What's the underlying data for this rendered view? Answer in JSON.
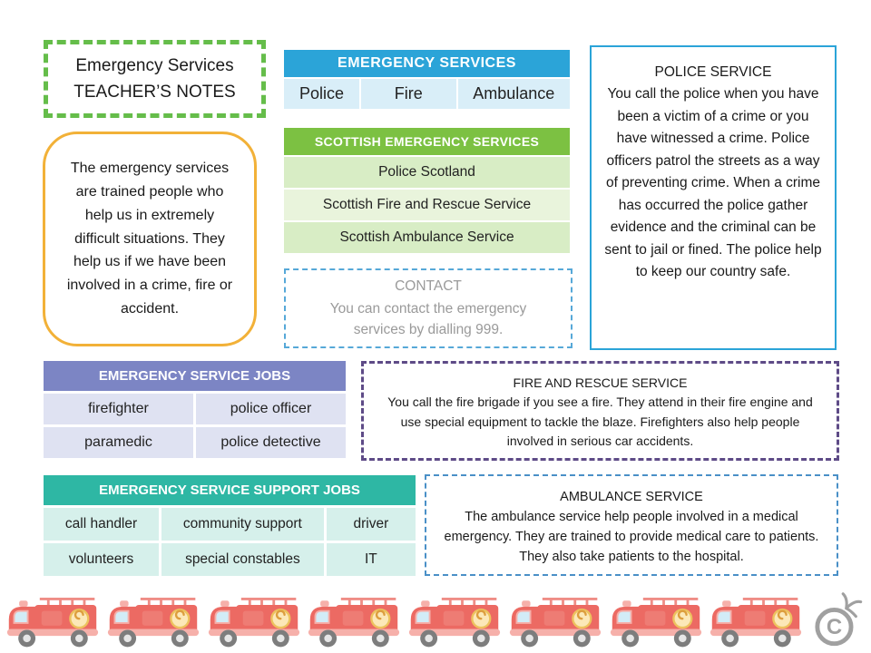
{
  "page": {
    "title_box": {
      "line1": "Emergency Services",
      "line2": "TEACHER’S NOTES"
    },
    "intro_box": {
      "text": "The emergency services are trained people who help us in extremely difficult situations. They help us if we have been involved in a crime, fire or accident."
    },
    "services_table": {
      "header": "EMERGENCY SERVICES",
      "cells": [
        "Police",
        "Fire",
        "Ambulance"
      ]
    },
    "scottish_table": {
      "header": "SCOTTISH EMERGENCY SERVICES",
      "rows": [
        "Police Scotland",
        "Scottish Fire and Rescue Service",
        "Scottish Ambulance Service"
      ]
    },
    "contact_box": {
      "title": "CONTACT",
      "text": "You can contact the emergency services by dialling 999."
    },
    "police_box": {
      "title": "POLICE SERVICE",
      "text": "You call the police when you have been a victim of a crime or you have witnessed a crime. Police officers patrol the streets as a way of preventing crime. When a crime has occurred the police gather evidence and the criminal can be sent to jail or fined. The police help to keep our country safe."
    },
    "jobs_table": {
      "header": "EMERGENCY SERVICE JOBS",
      "rows": [
        [
          "firefighter",
          "police officer"
        ],
        [
          "paramedic",
          "police detective"
        ]
      ]
    },
    "fire_box": {
      "title": "FIRE AND RESCUE SERVICE",
      "text": "You call the fire brigade if you see a fire. They attend in their fire engine and use special equipment to tackle the blaze. Firefighters also help people involved in serious car accidents."
    },
    "support_table": {
      "header": "EMERGENCY SERVICE SUPPORT JOBS",
      "rows": [
        [
          "call handler",
          "community support",
          "driver"
        ],
        [
          "volunteers",
          "special constables",
          "IT"
        ]
      ]
    },
    "ambulance_box": {
      "title": "AMBULANCE SERVICE",
      "text": "The ambulance service help people involved in a medical emergency. They are trained to provide medical care to patients. They also take patients to the hospital."
    },
    "footer": {
      "fire_truck_icon": "fire-truck",
      "truck_count": 8,
      "copyright_symbol": "C"
    },
    "colors": {
      "cyan_header": "#2BA4D8",
      "light_blue": "#D9EEF8",
      "green_header": "#7CC142",
      "light_green": "#D8EDC5",
      "lighter_green": "#E9F4DC",
      "yellow_border": "#F2B138",
      "purple_header": "#7C85C4",
      "light_purple": "#DFE2F2",
      "teal_header": "#2EB7A4",
      "light_teal": "#D6F0EB",
      "purple_dashed_border": "#5E4B87",
      "blue_dashed_border": "#4A90C7",
      "green_dotted_border": "#65BD4A",
      "truck_red": "#EC6A63"
    }
  }
}
